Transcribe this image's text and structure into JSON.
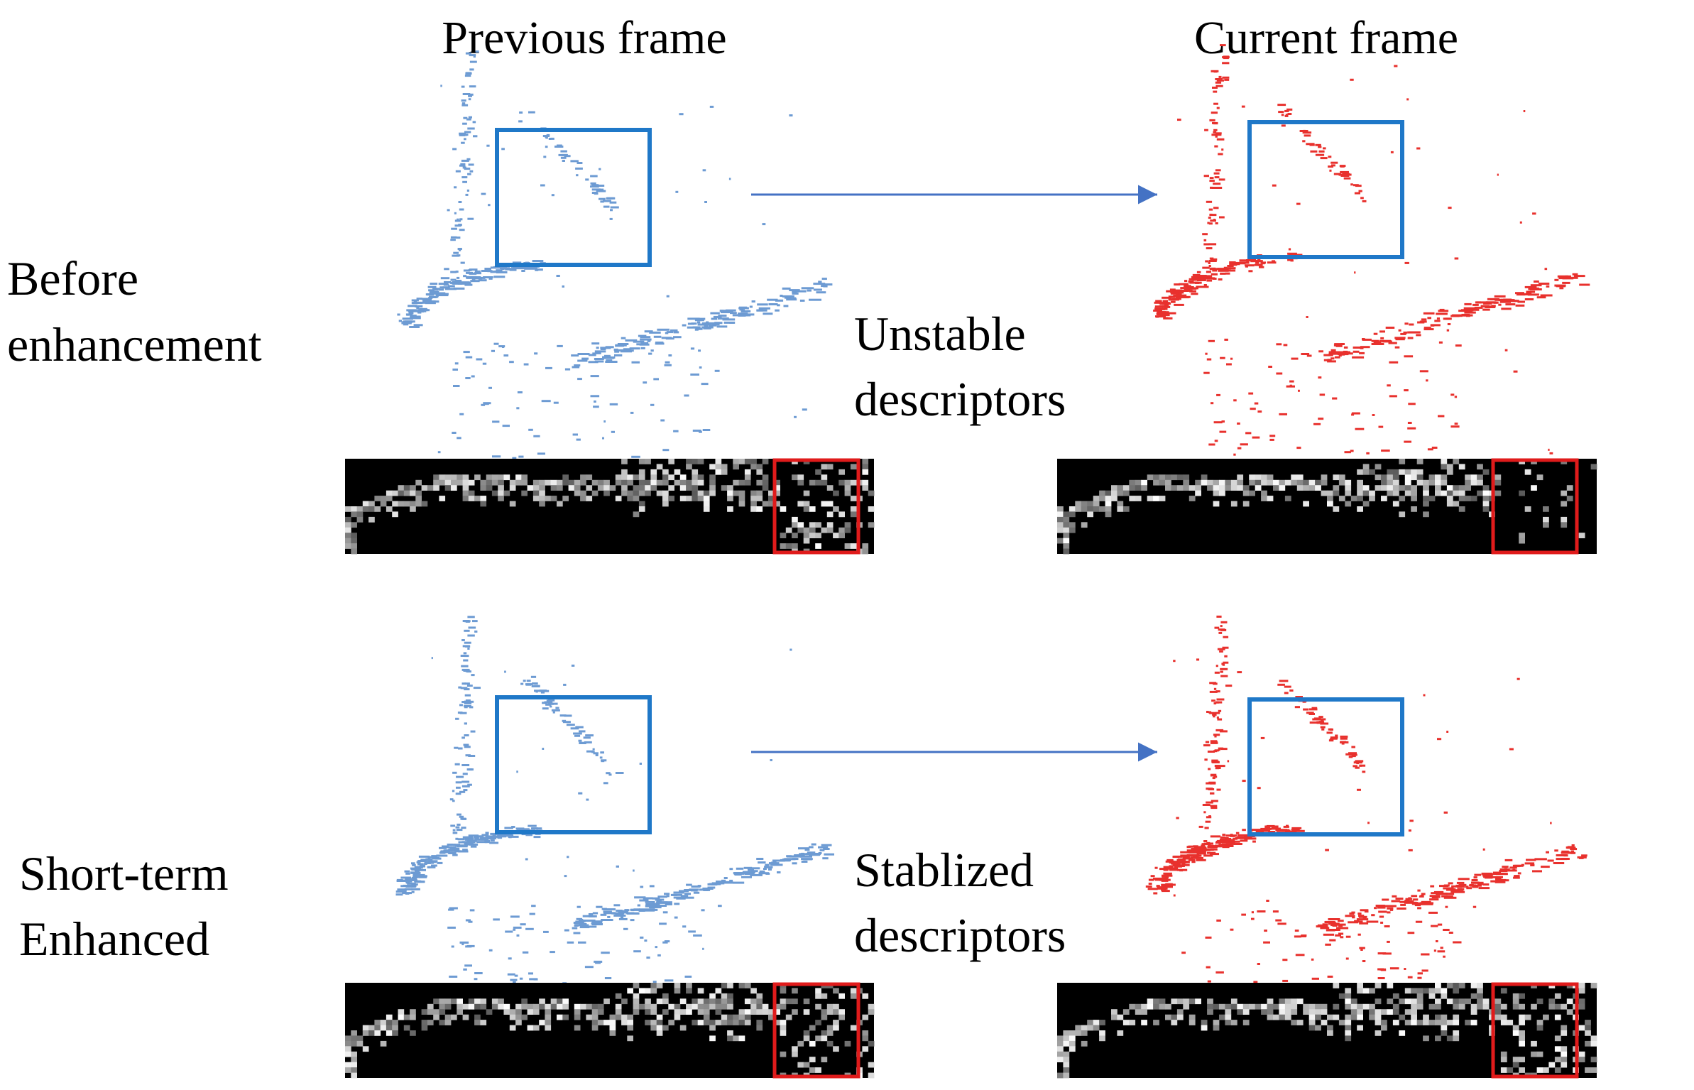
{
  "column_titles": {
    "previous": "Previous frame",
    "current": "Current frame"
  },
  "rows": [
    {
      "label_line1": "Before",
      "label_line2": "enhancement",
      "descriptor_line1": "Unstable",
      "descriptor_line2": "descriptors"
    },
    {
      "label_line1": "Short-term",
      "label_line2": "Enhanced",
      "descriptor_line1": "Stablized",
      "descriptor_line2": "descriptors"
    }
  ],
  "colors": {
    "previous_points": "#6d9bd3",
    "current_points": "#e8312d",
    "roi_box": "#1f78c8",
    "descriptor_box": "#e01b1b",
    "arrow": "#4472c4",
    "descriptor_bg": "#000000"
  }
}
